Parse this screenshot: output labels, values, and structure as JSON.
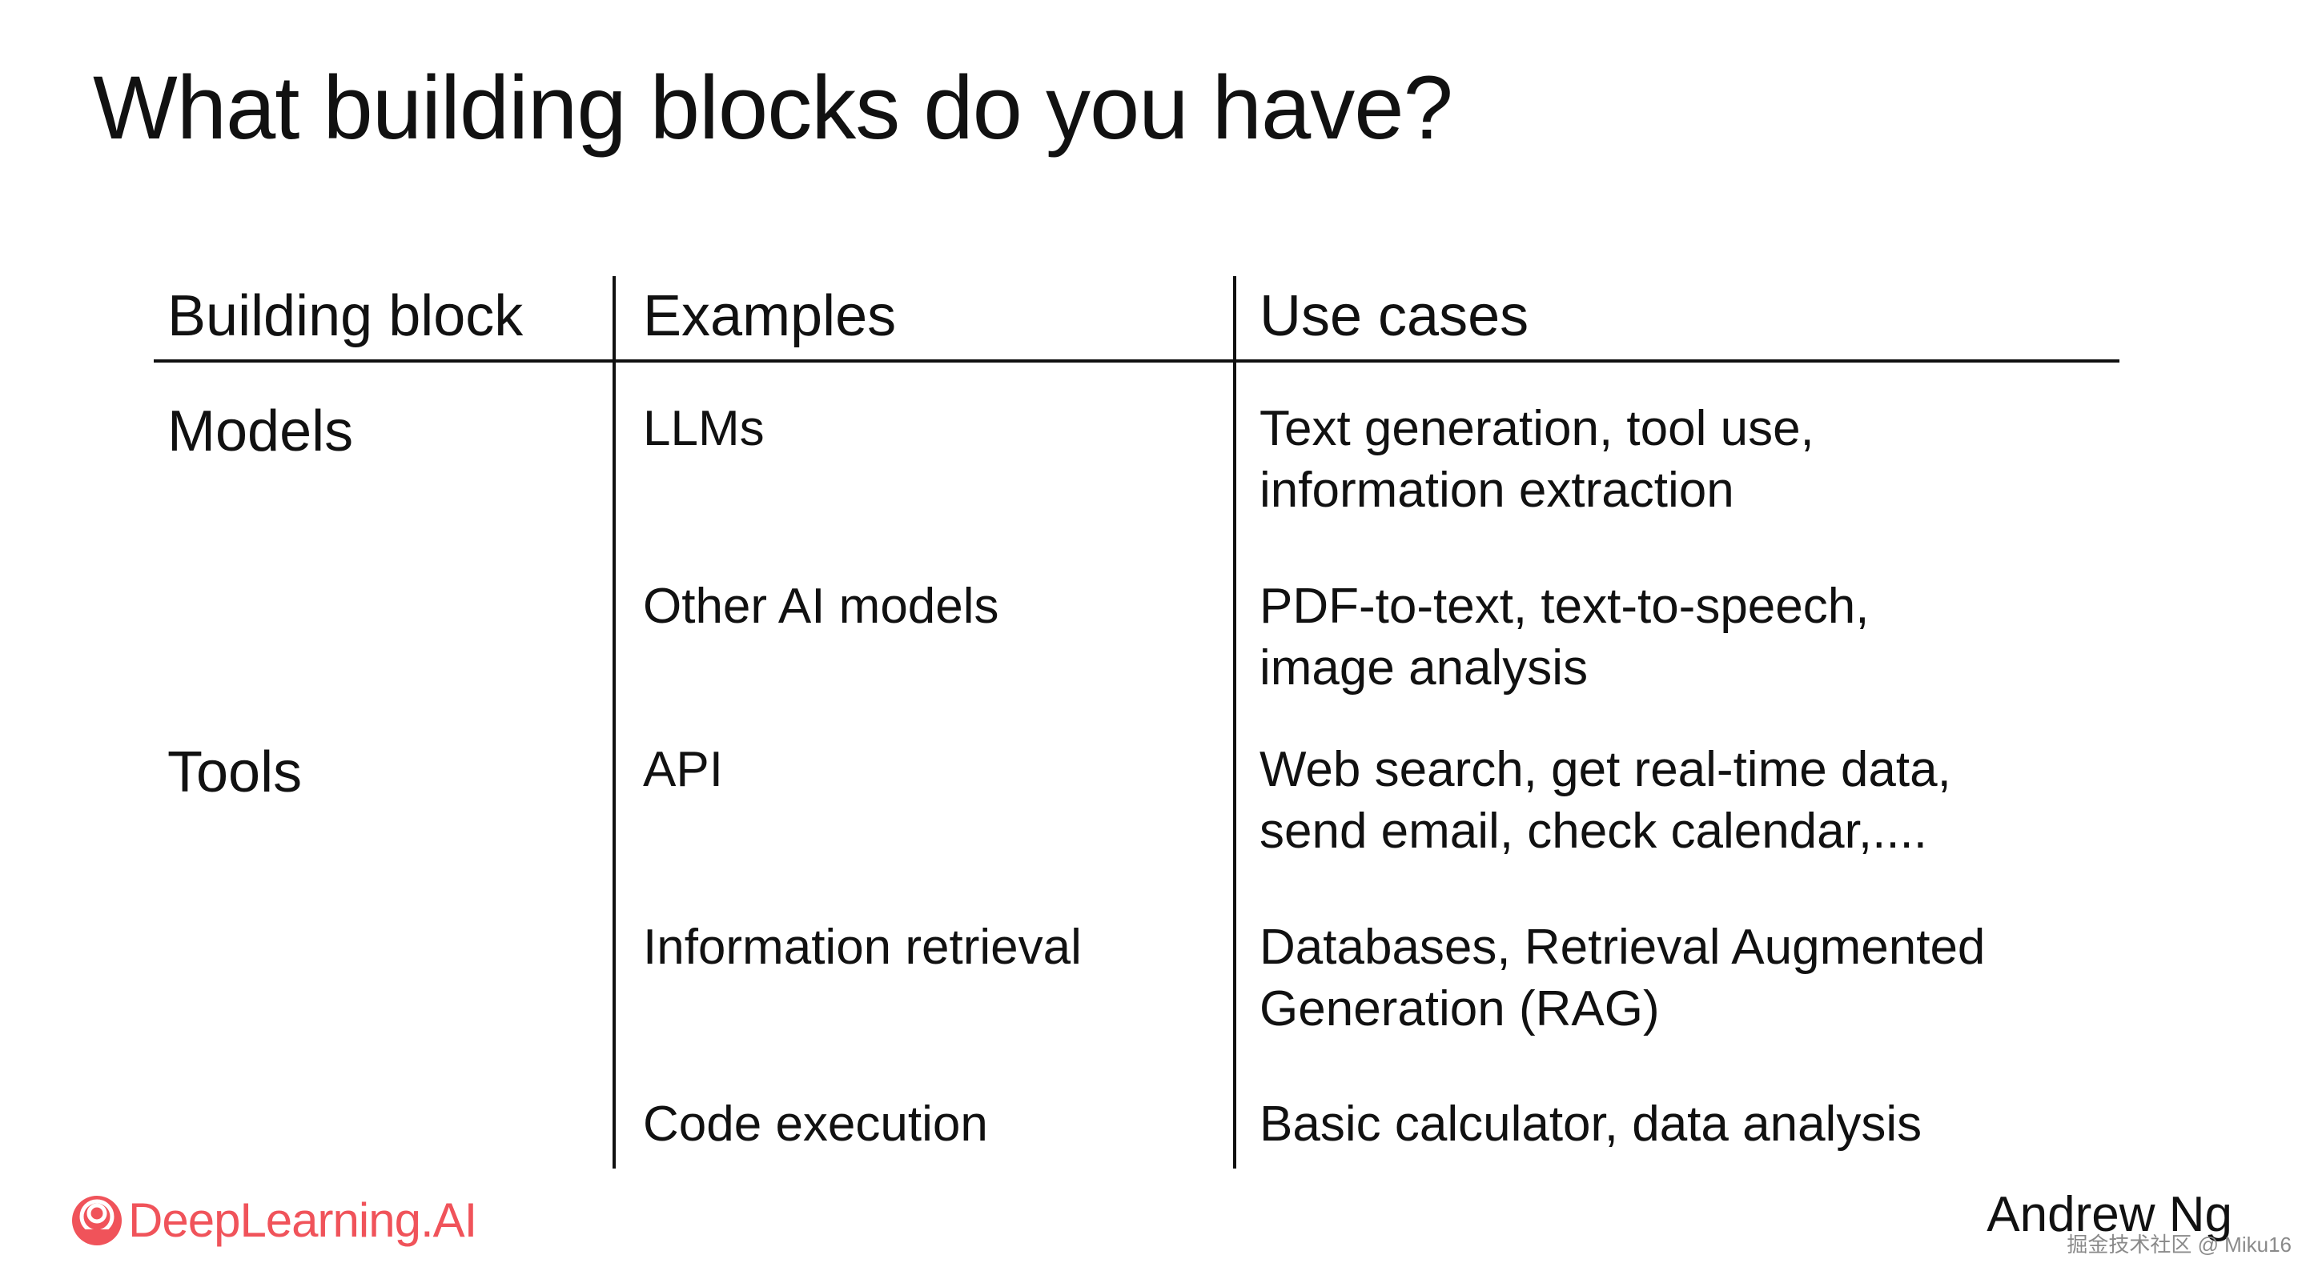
{
  "slide": {
    "title": "What building blocks do you have?"
  },
  "table": {
    "headers": [
      "Building block",
      "Examples",
      "Use cases"
    ],
    "groups": [
      {
        "name": "Models",
        "rows": [
          {
            "example": "LLMs",
            "use_cases": [
              "Text generation, tool use,",
              "information extraction"
            ]
          },
          {
            "example": "Other AI models",
            "use_cases": [
              "PDF-to-text, text-to-speech,",
              "image analysis"
            ]
          }
        ]
      },
      {
        "name": "Tools",
        "rows": [
          {
            "example": "API",
            "use_cases": [
              "Web search, get real-time data,",
              "send email, check calendar,...."
            ]
          },
          {
            "example": "Information retrieval",
            "use_cases": [
              "Databases, Retrieval Augmented",
              "Generation (RAG)"
            ]
          },
          {
            "example": "Code execution",
            "use_cases": [
              "Basic calculator, data analysis"
            ]
          }
        ]
      }
    ]
  },
  "footer": {
    "brand": "DeepLearning.AI",
    "brand_icon": "deeplearning-logo-icon",
    "brand_color": "#f0535a",
    "author": "Andrew Ng",
    "watermark": "掘金技术社区 @ Miku16"
  }
}
